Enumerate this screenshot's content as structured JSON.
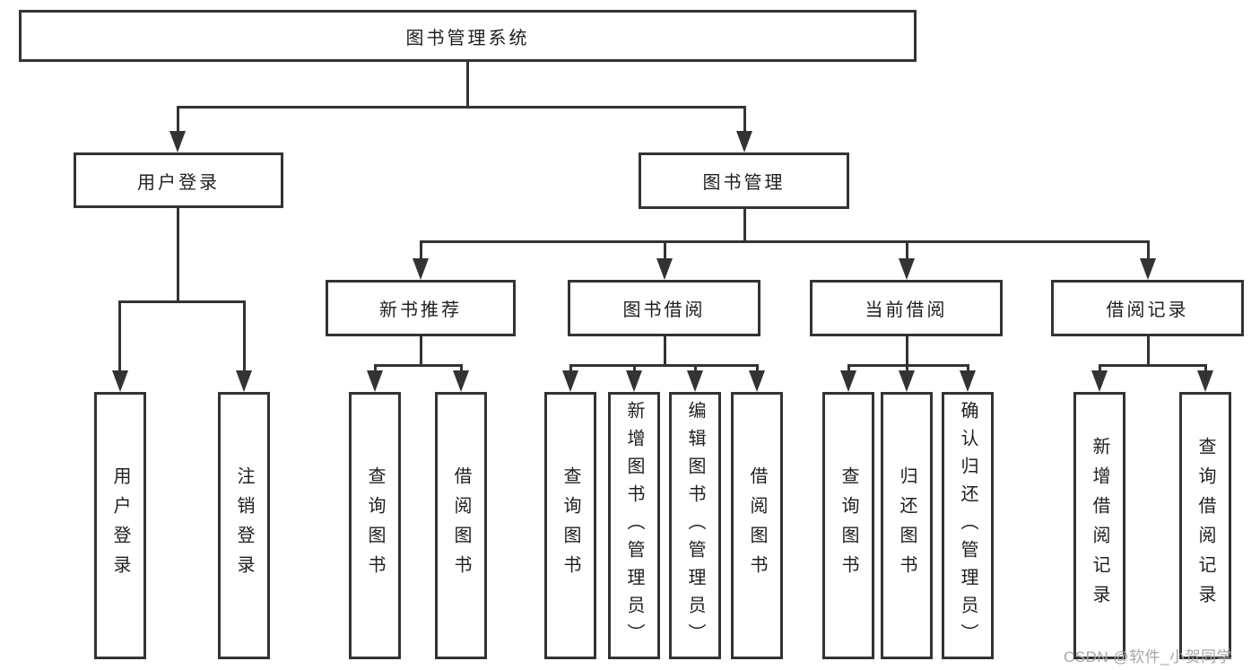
{
  "diagram": {
    "root": {
      "label": "图书管理系统"
    },
    "level2": [
      {
        "label": "用户登录"
      },
      {
        "label": "图书管理"
      }
    ],
    "level3": [
      {
        "label": "新书推荐"
      },
      {
        "label": "图书借阅"
      },
      {
        "label": "当前借阅"
      },
      {
        "label": "借阅记录"
      }
    ],
    "leaves": {
      "user_login": [
        "用户登录",
        "注销登录"
      ],
      "new_books": [
        "查询图书",
        "借阅图书"
      ],
      "book_borrow": [
        "查询图书",
        "新增图书（管理员）",
        "编辑图书（管理员）",
        "借阅图书"
      ],
      "current_borrow": [
        "查询图书",
        "归还图书",
        "确认归还（管理员）"
      ],
      "borrow_records": [
        "新增借阅记录",
        "查询借阅记录"
      ]
    }
  },
  "watermark": {
    "text": "CSDN @软件_小贺同学"
  },
  "colors": {
    "line": "#333333",
    "text": "#1f1f1f",
    "watermark": "#a6a6a6",
    "background": "#ffffff"
  }
}
